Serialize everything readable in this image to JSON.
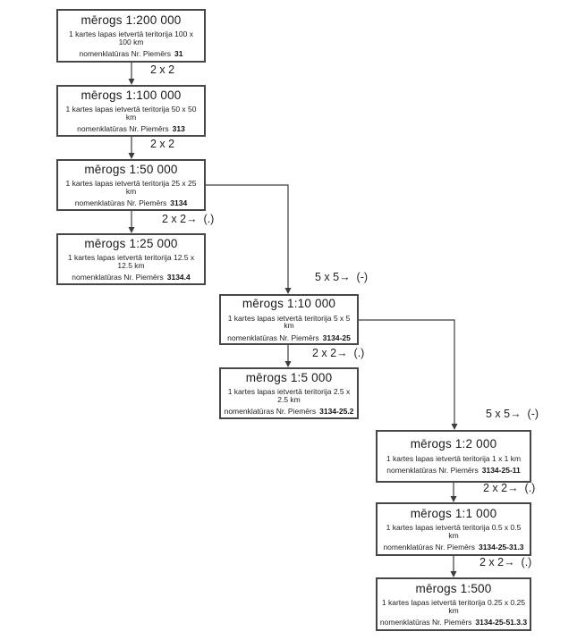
{
  "colors": {
    "box_border": "#474747",
    "connector_line": "#3d3d3d",
    "text": "#1a1a1a",
    "background": "#ffffff"
  },
  "diagram": {
    "boxes": [
      {
        "scale": "mērogs 1:200 000",
        "territory": "1 kartes lapas ietvertā teritorija 100 x 100 km",
        "nomen_label": "nomenklatūras Nr. Piemērs",
        "nomen_value": "31"
      },
      {
        "scale": "mērogs 1:100 000",
        "territory": "1 kartes lapas ietvertā teritorija 50 x 50 km",
        "nomen_label": "nomenklatūras Nr. Piemērs",
        "nomen_value": "313"
      },
      {
        "scale": "mērogs 1:50 000",
        "territory": "1 kartes lapas ietvertā teritorija 25 x 25 km",
        "nomen_label": "nomenklatūras Nr. Piemērs",
        "nomen_value": "3134"
      },
      {
        "scale": "mērogs 1:25 000",
        "territory": "1 kartes lapas ietvertā teritorija 12.5 x 12.5 km",
        "nomen_label": "nomenklatūras Nr. Piemērs",
        "nomen_value": "3134.4"
      },
      {
        "scale": "mērogs 1:10 000",
        "territory": "1 kartes lapas ietvertā teritorija 5 x 5 km",
        "nomen_label": "nomenklatūras Nr. Piemērs",
        "nomen_value": "3134-25"
      },
      {
        "scale": "mērogs 1:5 000",
        "territory": "1 kartes lapas ietvertā teritorija 2.5 x 2.5 km",
        "nomen_label": "nomenklatūras Nr. Piemērs",
        "nomen_value": "3134-25.2"
      },
      {
        "scale": "mērogs 1:2 000",
        "territory": "1 kartes lapas ietvertā teritorija 1 x 1 km",
        "nomen_label": "nomenklatūras Nr. Piemērs",
        "nomen_value": "3134-25-11"
      },
      {
        "scale": "mērogs 1:1 000",
        "territory": "1 kartes lapas ietvertā teritorija 0.5 x 0.5 km",
        "nomen_label": "nomenklatūras Nr. Piemērs",
        "nomen_value": "3134-25-31.3"
      },
      {
        "scale": "mērogs 1:500",
        "territory": "1 kartes lapas ietvertā teritorija 0.25 x 0.25 km",
        "nomen_label": "nomenklatūras Nr. Piemērs",
        "nomen_value": "3134-25-51.3.3"
      }
    ],
    "connector_labels": [
      {
        "text": "2 x 2"
      },
      {
        "text": "2 x 2"
      },
      {
        "text": "2 x 2→  (.)"
      },
      {
        "text": "5 x 5→  (-)"
      },
      {
        "text": "2 x 2→  (.)"
      },
      {
        "text": "5 x 5→  (-)"
      },
      {
        "text": "2 x 2→  (.)"
      },
      {
        "text": "2 x 2→  (.)"
      }
    ]
  }
}
